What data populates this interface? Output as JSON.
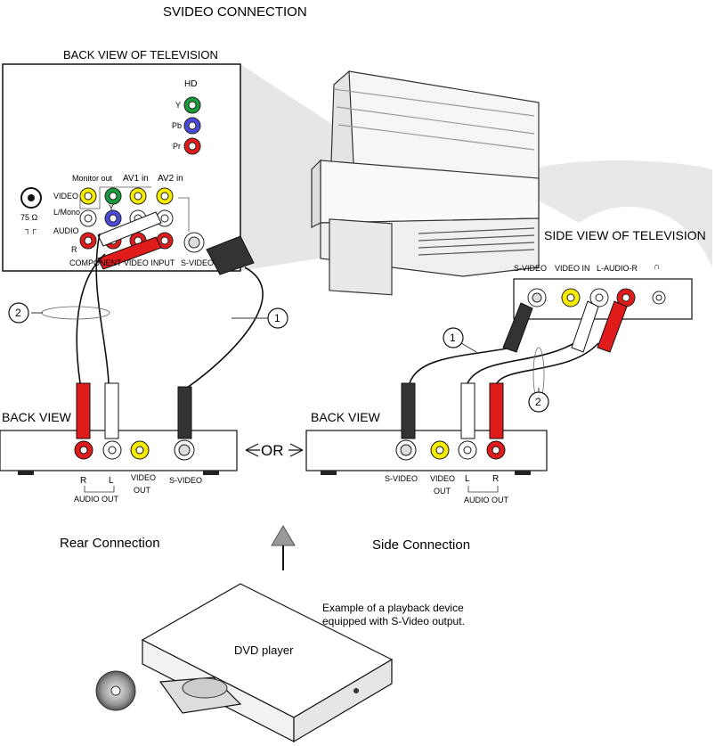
{
  "title": "SVIDEO CONNECTION",
  "back_view_tv": "BACK VIEW OF TELEVISION",
  "side_view_tv": "SIDE VIEW OF TELEVISION",
  "hd": {
    "label": "HD",
    "y": "Y",
    "pb": "Pb",
    "pr": "Pr"
  },
  "tv_back": {
    "monitor_out": "Monitor out",
    "av1_in": "AV1 in",
    "av2_in": "AV2  in",
    "video": "VIDEO",
    "l_mono": "L/Mono",
    "audio": "AUDIO",
    "r": "R",
    "y": "Y",
    "component_video_input": "COMPONENT VIDEO INPUT",
    "s_video": "S-VIDEO",
    "antenna": "75 Ω"
  },
  "tv_side": {
    "s_video": "S-VIDEO",
    "video_in": "VIDEO IN",
    "l_audio_r": "L-AUDIO-R"
  },
  "callouts": {
    "one": "1",
    "two": "2"
  },
  "back_view": "BACK VIEW",
  "or": "OR",
  "device_left": {
    "r": "R",
    "l": "L",
    "audio_out": "AUDIO OUT",
    "video_out_1": "VIDEO",
    "video_out_2": "OUT",
    "s_video": "S-VIDEO"
  },
  "device_right": {
    "s_video": "S-VIDEO",
    "video_out_1": "VIDEO",
    "video_out_2": "OUT",
    "l": "L",
    "r": "R",
    "audio_out": "AUDIO OUT"
  },
  "rear_connection": "Rear Connection",
  "side_connection": "Side Connection",
  "example_line1": "Example of a playback device",
  "example_line2": "equipped with S-Video output.",
  "dvd_player": "DVD player",
  "colors": {
    "yellow": "#f5ec00",
    "green": "#1a9a3a",
    "blue": "#4a4ad8",
    "red": "#e01b1b",
    "white": "#ffffff",
    "dark": "#222222"
  }
}
